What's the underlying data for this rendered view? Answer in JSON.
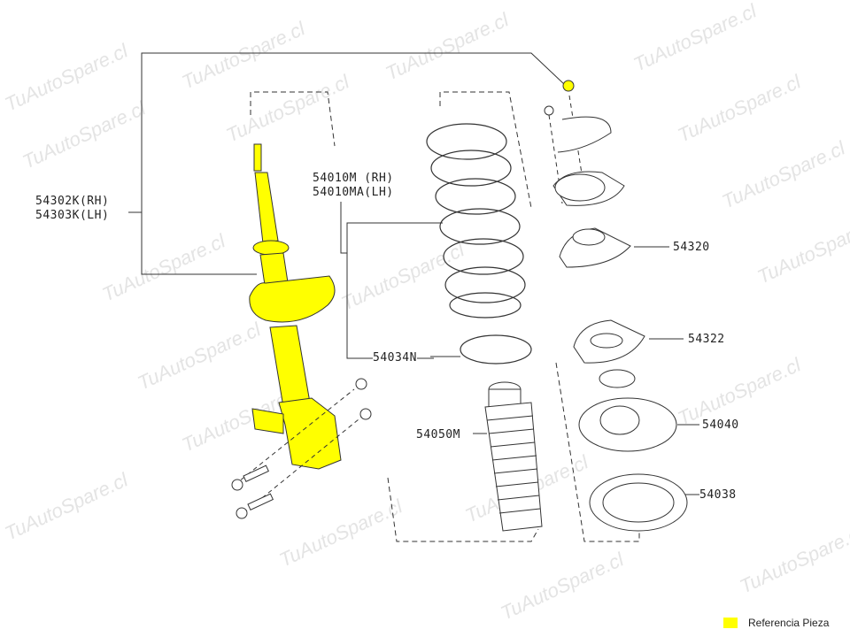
{
  "watermark": "TuAutoSpare.cl",
  "colors": {
    "highlight": "#ffff00",
    "line": "#333333"
  },
  "parts": {
    "strut_rh": "54302K(RH)",
    "strut_lh": "54303K(LH)",
    "spring_rh": "54010M (RH)",
    "spring_lh": "54010MA(LH)",
    "spring_seat": "54034N",
    "bound_bumper": "54050M",
    "mount_insulator": "54320",
    "mount_plate": "54322",
    "spring_seat_upper": "54040",
    "rubber_seat": "54038"
  },
  "legend": {
    "label": "Referencia Pieza"
  }
}
